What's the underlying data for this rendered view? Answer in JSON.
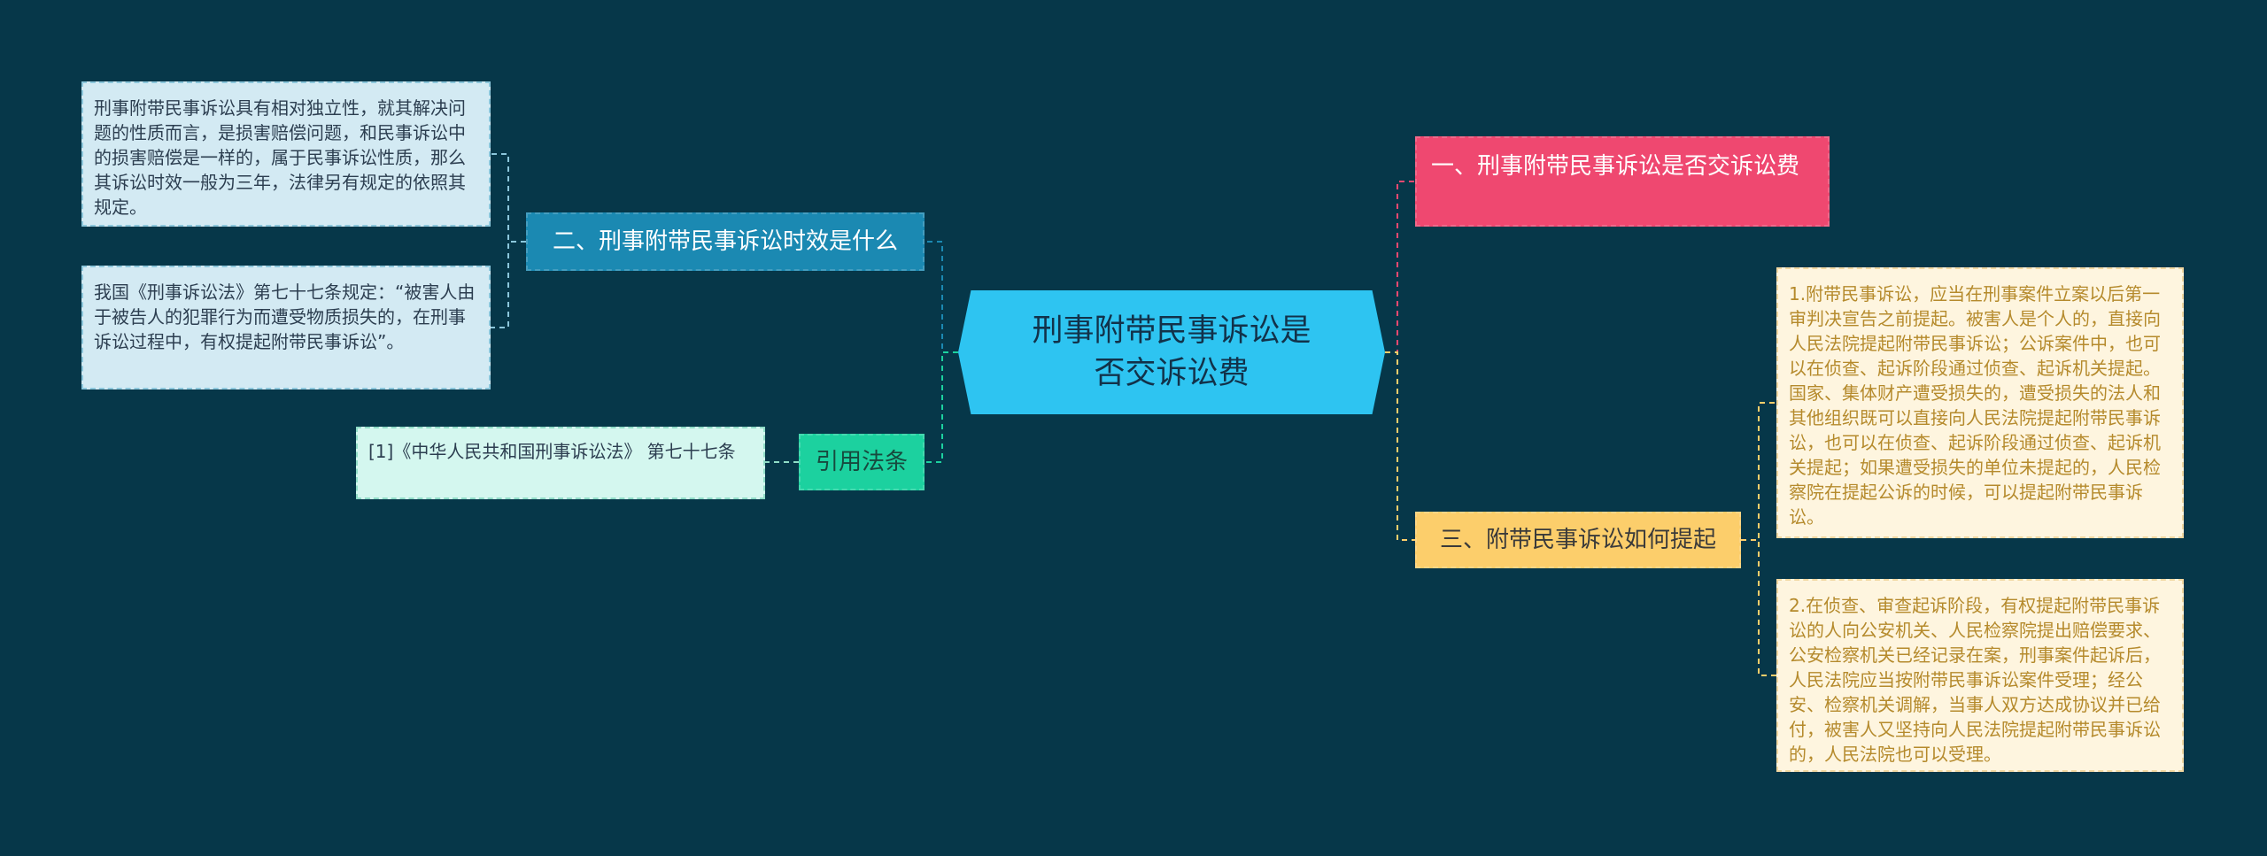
{
  "diagram": {
    "center": {
      "label": "刑事附带民事诉讼是否交诉讼费",
      "color": "#2ec4f1"
    },
    "branches": [
      {
        "label": "一、刑事附带民事诉讼是否交诉讼费",
        "color": "#ef4870",
        "children": []
      },
      {
        "label": "二、刑事附带民事诉讼时效是什么",
        "color": "#1b89b2",
        "children": [
          "刑事附带民事诉讼具有相对独立性，就其解决问题的性质而言，是损害赔偿问题，和民事诉讼中的损害赔偿是一样的，属于民事诉讼性质，那么其诉讼时效一般为三年，法律另有规定的依照其规定。",
          "我国《刑事诉讼法》第七十七条规定：“被害人由于被告人的犯罪行为而遭受物质损失的，在刑事诉讼过程中，有权提起附带民事诉讼”。"
        ]
      },
      {
        "label": "三、附带民事诉讼如何提起",
        "color": "#fcce6b",
        "children": [
          "1.附带民事诉讼，应当在刑事案件立案以后第一审判决宣告之前提起。被害人是个人的，直接向人民法院提起附带民事诉讼；公诉案件中，也可以在侦查、起诉阶段通过侦查、起诉机关提起。国家、集体财产遭受损失的，遭受损失的法人和其他组织既可以直接向人民法院提起附带民事诉讼，也可以在侦查、起诉阶段通过侦查、起诉机关提起；如果遭受损失的单位未提起的，人民检察院在提起公诉的时候，可以提起附带民事诉讼。",
          "2.在侦查、审查起诉阶段，有权提起附带民事诉讼的人向公安机关、人民检察院提出赔偿要求、公安检察机关已经记录在案，刑事案件起诉后，人民法院应当按附带民事诉讼案件受理；经公安、检察机关调解，当事人双方达成协议并已给付，被害人又坚持向人民法院提起附带民事诉讼的，人民法院也可以受理。"
        ]
      },
      {
        "label": "引用法条",
        "color": "#1cd19f",
        "children": [
          "[1]《中华人民共和国刑事诉讼法》 第七十七条"
        ]
      }
    ]
  }
}
